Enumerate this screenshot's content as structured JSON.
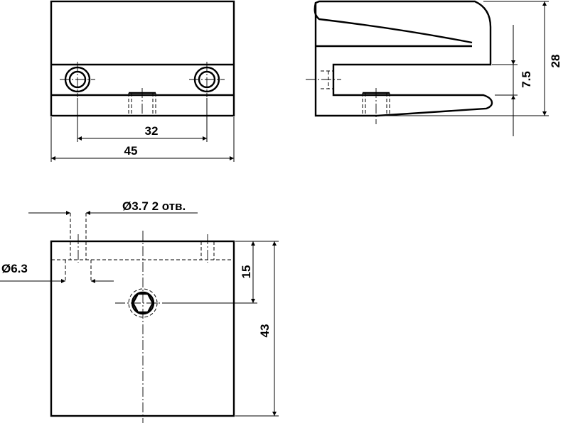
{
  "dimensions": {
    "hole_spacing": "32",
    "overall_width": "45",
    "overall_height": "28",
    "slot_height": "7.5",
    "hole_note": "Ø3.7  2 отв.",
    "counterbore_diameter": "Ø6.3",
    "hole_offset": "15",
    "base_height": "43"
  }
}
